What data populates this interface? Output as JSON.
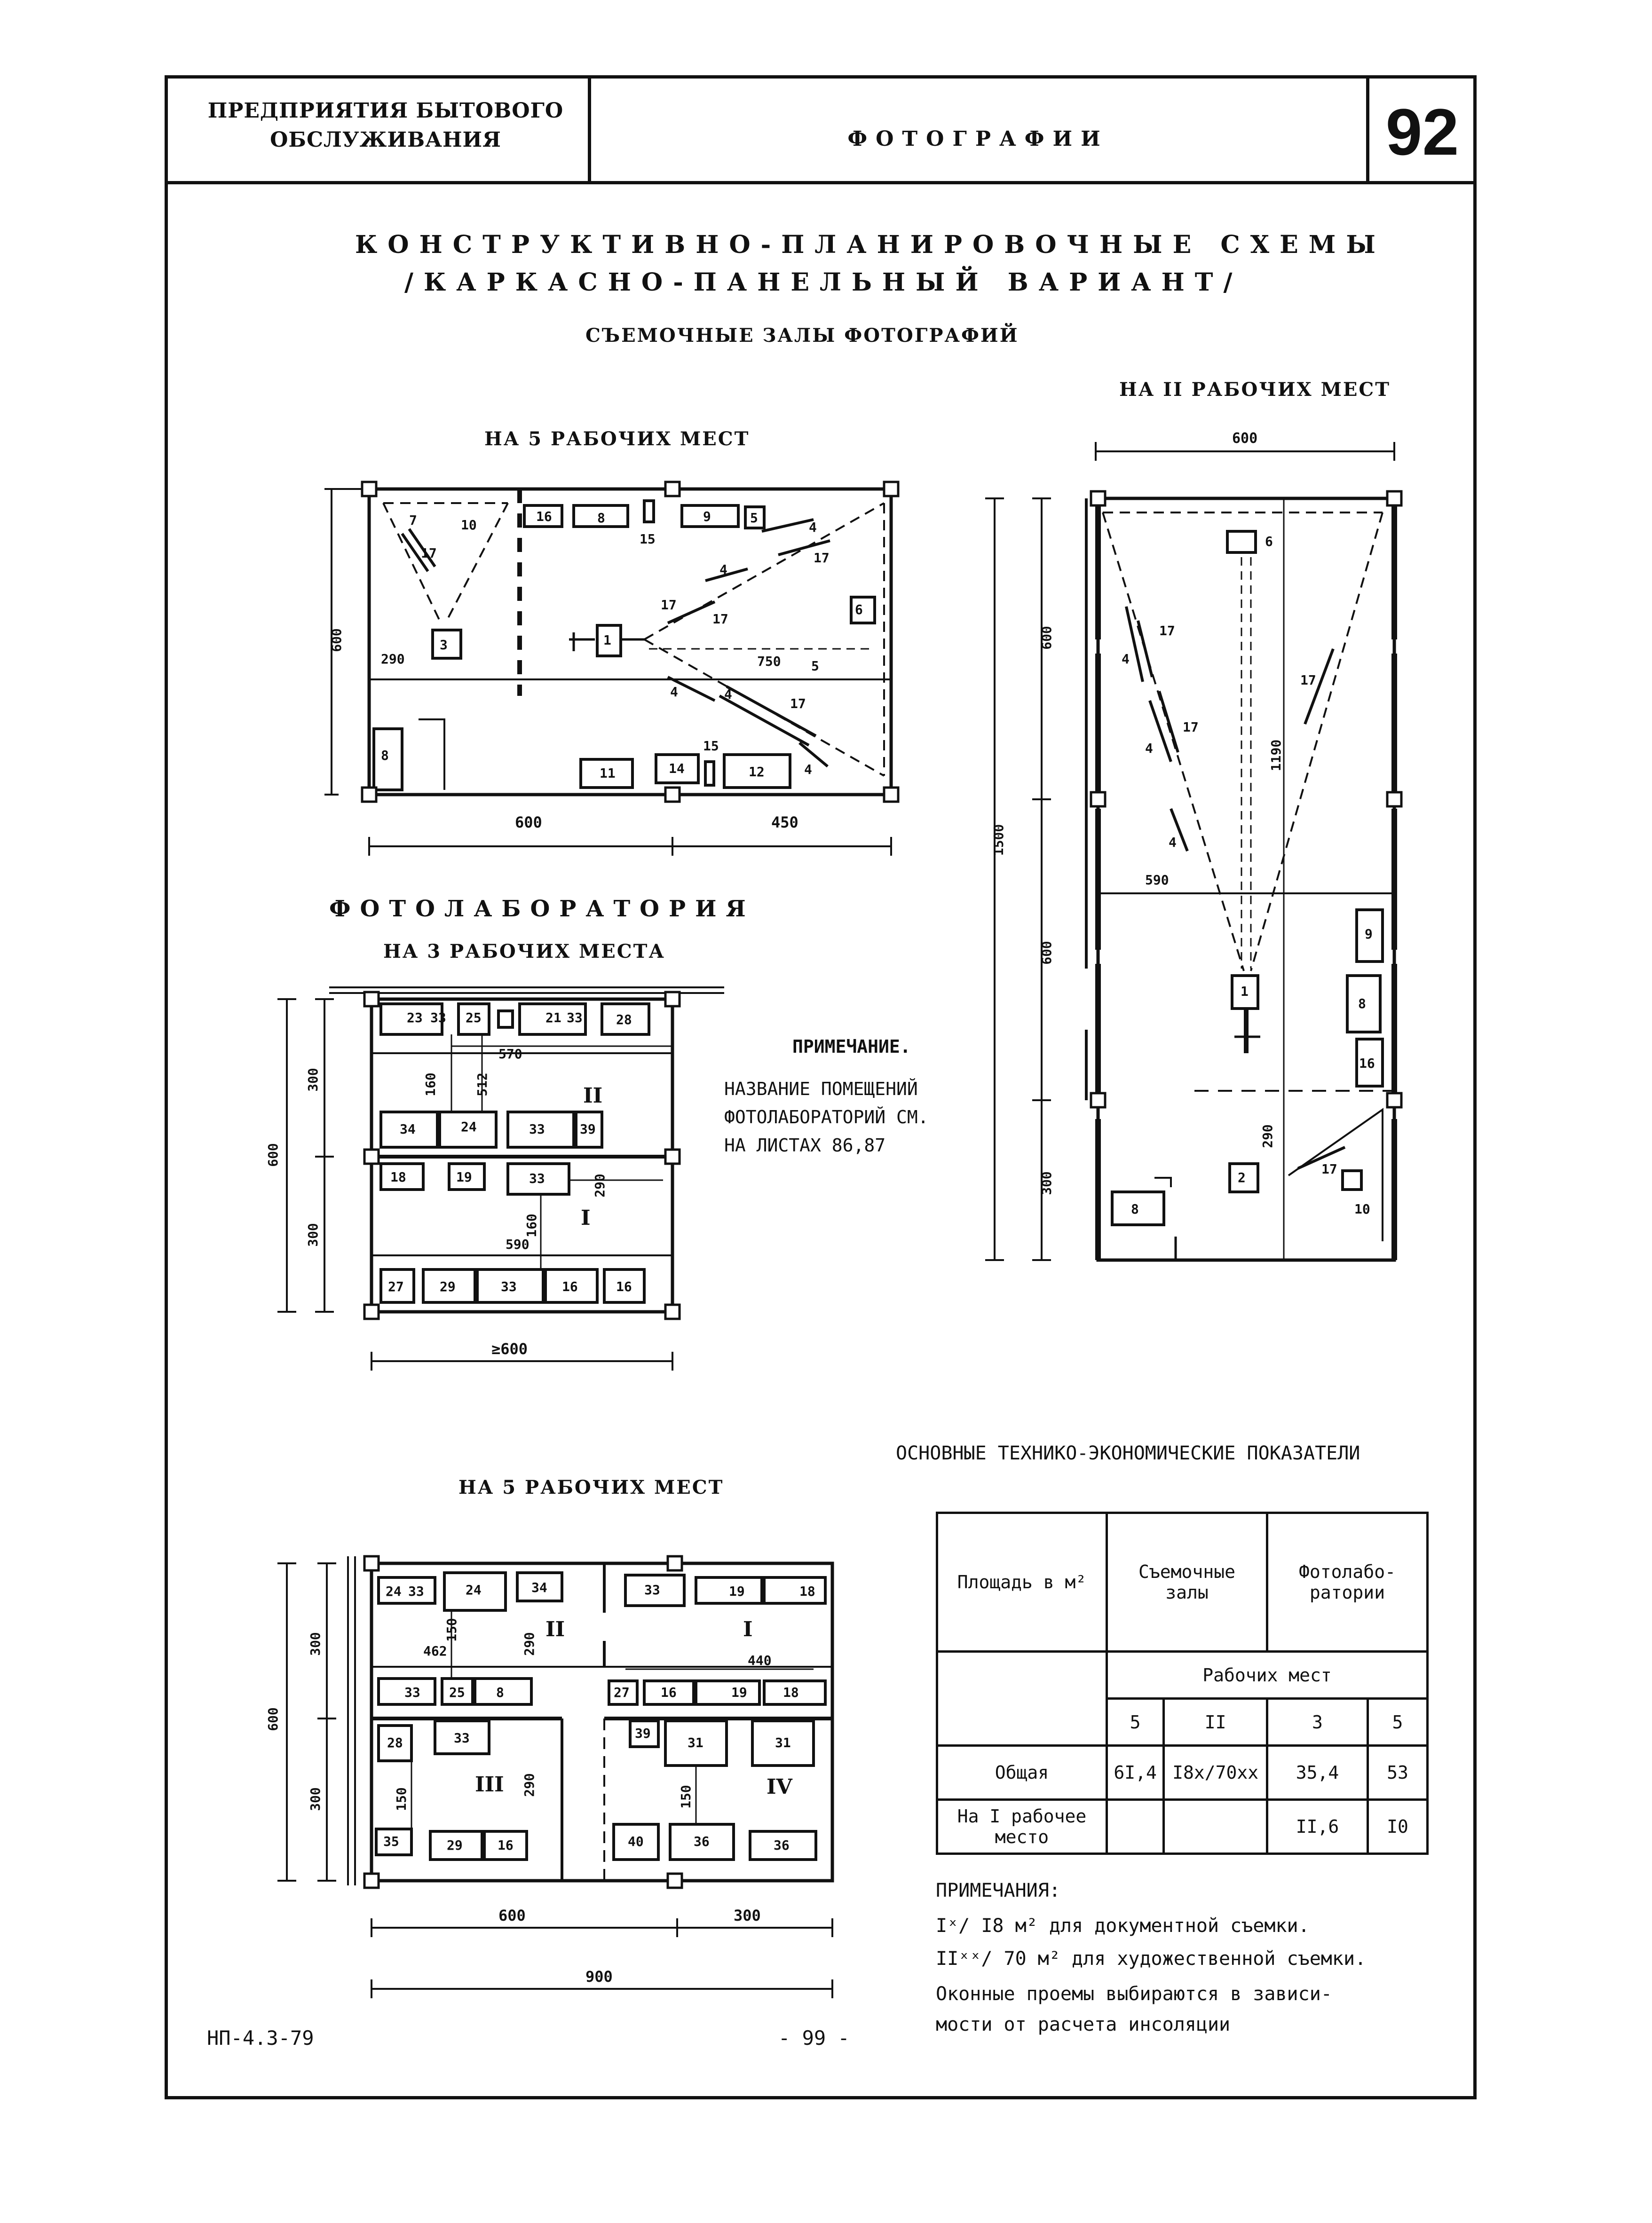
{
  "header": {
    "org_line1": "ПРЕДПРИЯТИЯ БЫТОВОГО",
    "org_line2": "ОБСЛУЖИВАНИЯ",
    "section": "ФОТОГРАФИИ",
    "page_number": "92"
  },
  "title": {
    "line1": "КОНСТРУКТИВНО-ПЛАНИРОВОЧНЫЕ СХЕМЫ",
    "line2": "/КАРКАСНО-ПАНЕЛЬНЫЙ ВАРИАНТ/",
    "subtitle": "СЪЕМОЧНЫЕ ЗАЛЫ ФОТОГРАФИЙ"
  },
  "plans": {
    "studio5": {
      "title": "НА 5 РАБОЧИХ МЕСТ",
      "dim_height": "600",
      "dim_w1": "600",
      "dim_w2": "450",
      "dim_750": "750",
      "dim_290": "290",
      "labels": [
        "7",
        "10",
        "17",
        "3",
        "16",
        "8",
        "15",
        "9",
        "5",
        "4",
        "17",
        "4",
        "17",
        "6",
        "1",
        "17",
        "5",
        "4",
        "17",
        "4",
        "4",
        "15",
        "11",
        "14",
        "12",
        "8"
      ]
    },
    "studio11": {
      "title": "НА II РАБОЧИХ МЕСТ",
      "dim_top": "600",
      "dim_h1": "600",
      "dim_total": "1500",
      "dim_h2": "600",
      "dim_h3": "300",
      "dim_1190": "1190",
      "dim_590": "590",
      "dim_290": "290",
      "labels": [
        "6",
        "17",
        "4",
        "17",
        "4",
        "4",
        "17",
        "9",
        "8",
        "16",
        "1",
        "2",
        "17",
        "10",
        "8"
      ]
    },
    "lab3": {
      "heading": "ФОТОЛАБОРАТОРИЯ",
      "title": "НА 3 РАБОЧИХ МЕСТА",
      "dim_total_h": "600",
      "dim_h1": "300",
      "dim_h2": "300",
      "dim_width": "≥600",
      "dim_570": "570",
      "dim_160a": "160",
      "dim_512": "512",
      "dim_290": "290",
      "dim_160b": "160",
      "dim_590": "590",
      "zone_top": "II",
      "zone_bottom": "I",
      "row1": [
        "23",
        "33",
        "25",
        "21",
        "33",
        "28"
      ],
      "row2": [
        "34",
        "24",
        "33",
        "39"
      ],
      "row3": [
        "18",
        "19",
        "33"
      ],
      "row4": [
        "27",
        "29",
        "33",
        "16",
        "16"
      ]
    },
    "lab5": {
      "title": "НА 5 РАБОЧИХ МЕСТ",
      "dim_total_h": "600",
      "dim_h1": "300",
      "dim_h2": "300",
      "dim_w1": "600",
      "dim_w2": "300",
      "dim_total_w": "900",
      "dim_150a": "150",
      "dim_462": "462",
      "dim_290a": "290",
      "dim_440": "440",
      "dim_290b": "290",
      "dim_150b": "150",
      "dim_150c": "150",
      "zones": [
        "II",
        "I",
        "III",
        "IV"
      ],
      "labels": [
        "24",
        "33",
        "24",
        "34",
        "33",
        "19",
        "18",
        "33",
        "25",
        "8",
        "27",
        "16",
        "19",
        "18",
        "39",
        "28",
        "33",
        "31",
        "31",
        "35",
        "29",
        "16",
        "40",
        "36",
        "36"
      ]
    }
  },
  "note": {
    "heading": "ПРИМЕЧАНИЕ.",
    "line1": "НАЗВАНИЕ ПОМЕЩЕНИЙ",
    "line2": "ФОТОЛАБОРАТОРИЙ СМ.",
    "line3": "НА ЛИСТАХ 86,87"
  },
  "indicators": {
    "title": "ОСНОВНЫЕ ТЕХНИКО-ЭКОНОМИЧЕСКИЕ ПОКАЗАТЕЛИ",
    "col_area": "Площадь в м²",
    "col_studios": "Съемочные залы",
    "col_labs": "Фотолабо-ратории",
    "workplaces": "Рабочих мест",
    "counts": [
      "5",
      "II",
      "3",
      "5"
    ],
    "row_total_label": "Общая",
    "row_total": [
      "6I,4",
      "I8x/70xx",
      "35,4",
      "53"
    ],
    "row_per_label": "На I рабочее место",
    "row_per": [
      "",
      "",
      "II,6",
      "I0"
    ]
  },
  "notes2": {
    "heading": "ПРИМЕЧАНИЯ:",
    "line1": "Iˣ/ I8 м² для документной съемки.",
    "line2": "IIˣˣ/ 70 м² для художественной съемки.",
    "line3": "Оконные проемы выбираются в зависи-",
    "line4": "мости от расчета инсоляции"
  },
  "footer": {
    "code": "НП-4.3-79",
    "page": "- 99 -"
  }
}
